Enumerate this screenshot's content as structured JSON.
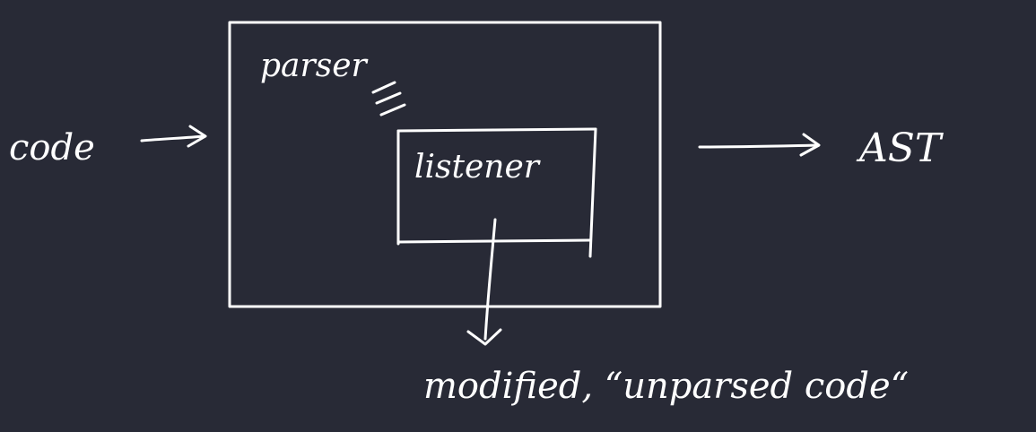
{
  "labels": {
    "input": "code",
    "outer_box": "parser",
    "inner_box": "listener",
    "output": "AST",
    "side_output": "modified, “unparsed code“"
  },
  "colors": {
    "background": "#282a36",
    "ink": "#ffffff"
  }
}
